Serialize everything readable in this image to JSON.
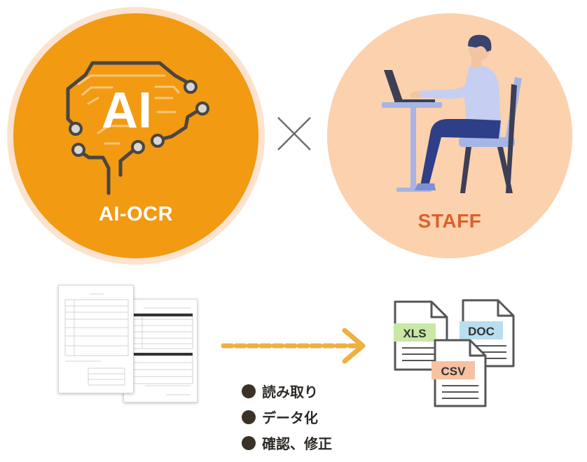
{
  "left_circle": {
    "label": "AI-OCR",
    "icon_text": "AI"
  },
  "right_circle": {
    "label": "STAFF"
  },
  "steps": [
    {
      "label": "読み取り"
    },
    {
      "label": "データ化"
    },
    {
      "label": "確認、修正"
    }
  ],
  "outputs": [
    {
      "label": "XLS",
      "color": "#c9e8a5"
    },
    {
      "label": "DOC",
      "color": "#b8def0"
    },
    {
      "label": "CSV",
      "color": "#f6c2a2"
    }
  ],
  "colors": {
    "ai_orange": "#f19a12",
    "ai_ring": "#fde3cf",
    "staff_peach": "#fcd1ad",
    "staff_text": "#d9622b",
    "arrow": "#efb040"
  }
}
